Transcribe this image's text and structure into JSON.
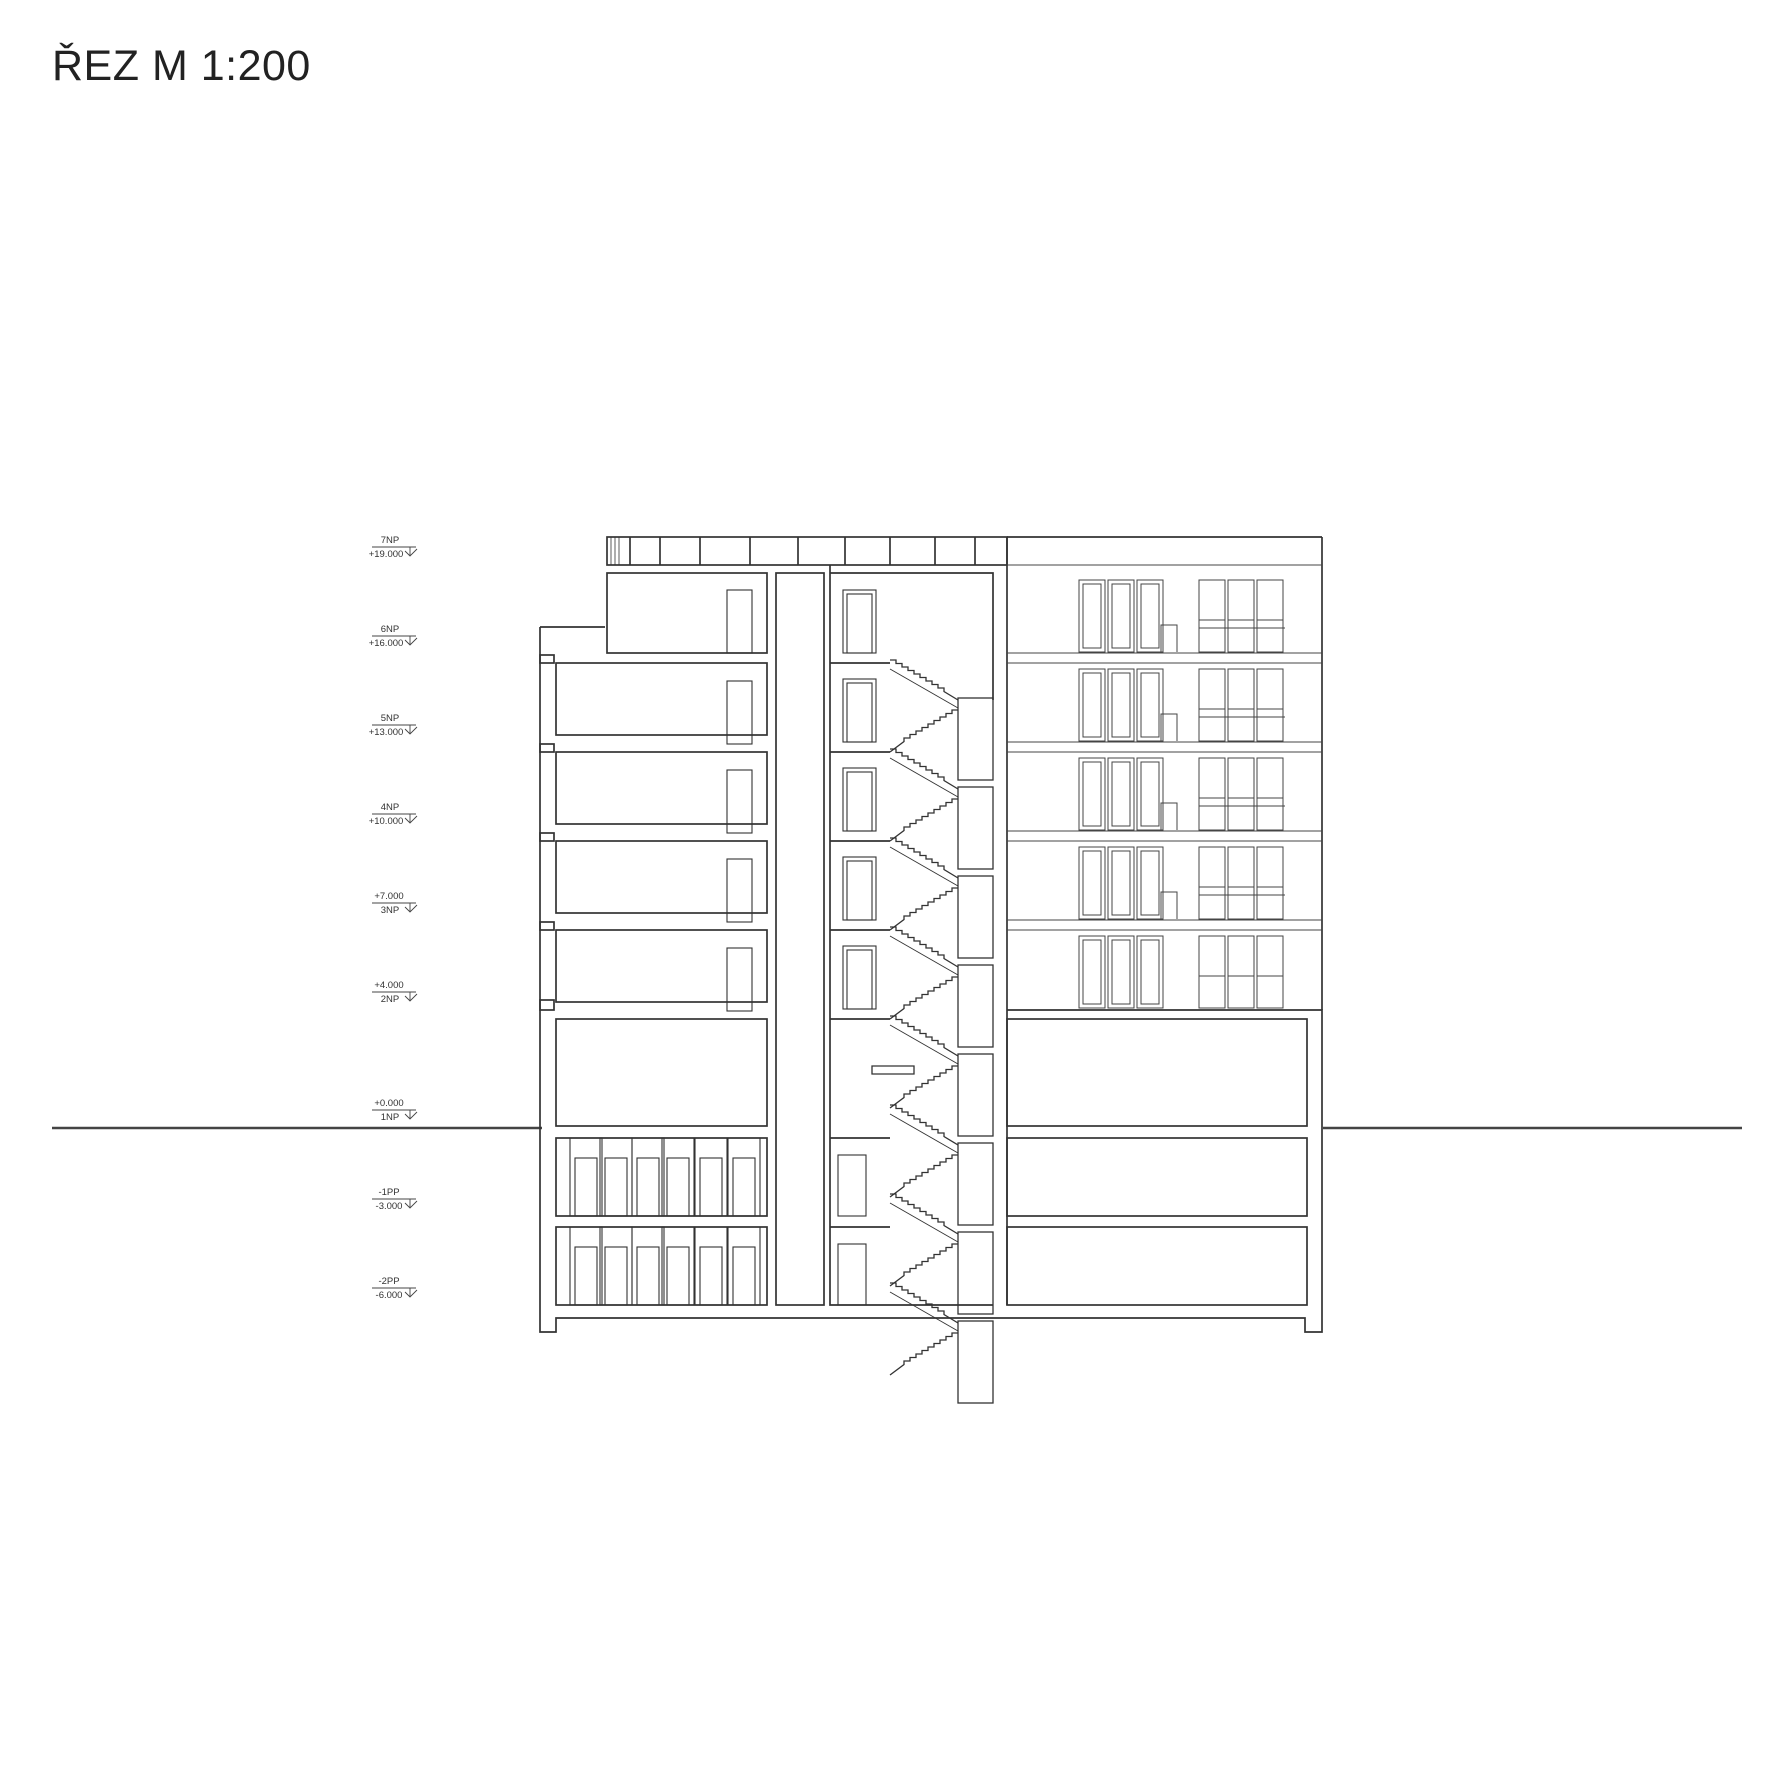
{
  "title": "ŘEZ M 1:200",
  "colors": {
    "line": "#333333",
    "ground": "#444444"
  },
  "levels": [
    {
      "id": "7np",
      "top": "7NP",
      "bottom": "+19.000",
      "elevation": 19
    },
    {
      "id": "6np",
      "top": "6NP",
      "bottom": "+16.000",
      "elevation": 16
    },
    {
      "id": "5np",
      "top": "5NP",
      "bottom": "+13.000",
      "elevation": 13
    },
    {
      "id": "4np",
      "top": "4NP",
      "bottom": "+10.000",
      "elevation": 10
    },
    {
      "id": "3np",
      "top": "+7.000",
      "bottom": "3NP",
      "elevation": 7
    },
    {
      "id": "2np",
      "top": "+4.000",
      "bottom": "2NP",
      "elevation": 4
    },
    {
      "id": "1np",
      "top": "+0.000",
      "bottom": "1NP",
      "elevation": 0
    },
    {
      "id": "1pp",
      "top": "-1PP",
      "bottom": "-3.000",
      "elevation": -3
    },
    {
      "id": "2pp",
      "top": "-2PP",
      "bottom": "-6.000",
      "elevation": -6
    }
  ]
}
